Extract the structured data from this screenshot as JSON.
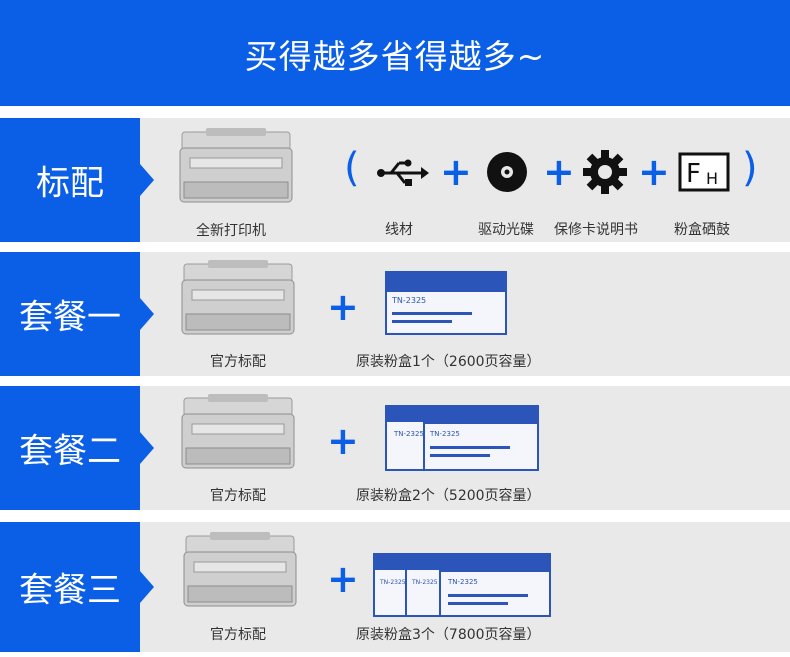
{
  "header": {
    "title": "买得越多省得越多~"
  },
  "colors": {
    "accent": "#0b5fe6",
    "row_bg": "#e9e9e9",
    "caption": "#333333"
  },
  "standard": {
    "tag": "标配",
    "printer_caption": "全新打印机",
    "items": [
      {
        "icon": "usb-cable-icon",
        "caption": "线材"
      },
      {
        "icon": "disc-icon",
        "caption": "驱动光碟"
      },
      {
        "icon": "gear-icon",
        "caption": "保修卡说明书"
      },
      {
        "icon": "drum-fh-icon",
        "caption": "粉盒硒鼓"
      }
    ]
  },
  "toner_label": "TN-2325",
  "packages": [
    {
      "tag": "套餐一",
      "printer_caption": "官方标配",
      "toner_caption": "原装粉盒1个（2600页容量）",
      "toner_count": 1
    },
    {
      "tag": "套餐二",
      "printer_caption": "官方标配",
      "toner_caption": "原装粉盒2个（5200页容量）",
      "toner_count": 2
    },
    {
      "tag": "套餐三",
      "printer_caption": "官方标配",
      "toner_caption": "原装粉盒3个（7800页容量）",
      "toner_count": 3
    }
  ]
}
